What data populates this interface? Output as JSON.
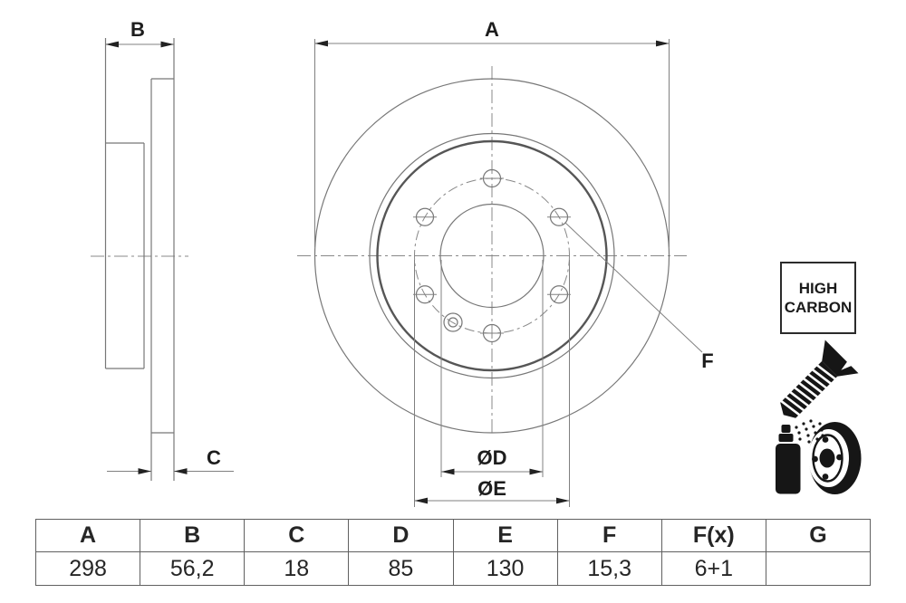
{
  "drawing": {
    "dim_labels": {
      "A": "A",
      "B": "B",
      "C": "C",
      "D": "ØD",
      "E": "ØE",
      "F": "F"
    }
  },
  "badge": {
    "line1": "HIGH",
    "line2": "CARBON"
  },
  "icons": {
    "screw": "countersunk-screw-icon",
    "coating": "spray-can-brake-disc-icon"
  },
  "table": {
    "headers": [
      "A",
      "B",
      "C",
      "D",
      "E",
      "F",
      "F(x)",
      "G"
    ],
    "values": [
      "298",
      "56,2",
      "18",
      "85",
      "130",
      "15,3",
      "6+1",
      ""
    ]
  },
  "colors": {
    "line": "#777777",
    "text": "#1d1d1d",
    "icon": "#161616"
  }
}
